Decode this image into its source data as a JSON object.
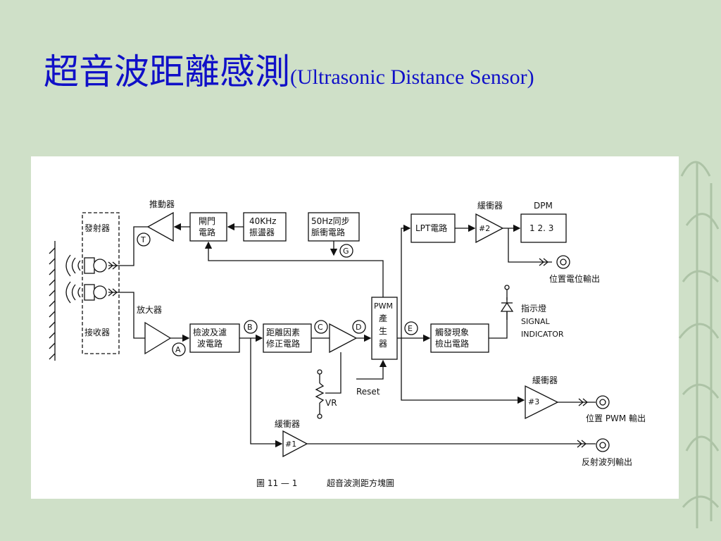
{
  "slide": {
    "title_cjk": "超音波距離感測",
    "title_en": "(Ultrasonic  Distance Sensor)"
  },
  "diagram": {
    "transmitter": "發射器",
    "receiver": "接收器",
    "driver": "推動器",
    "amplifier": "放大器",
    "gate_line1": "閘門",
    "gate_line2": "電路",
    "osc_line1": "40KHz",
    "osc_line2": "振盪器",
    "sync_line1": "50Hz同步",
    "sync_line2": "脈衝電路",
    "detect_line1": "檢波及濾",
    "detect_line2": "波電路",
    "correct_line1": "距離因素",
    "correct_line2": "修正電路",
    "pwm_line1": "PWM",
    "pwm_line2": "產",
    "pwm_line3": "生",
    "pwm_line4": "器",
    "lpt": "LPT電路",
    "buffer_top": "緩衝器",
    "buf2": "#2",
    "dpm": "DPM",
    "dpm_value": "1 2. 3",
    "pos_voltage_out": "位置電位輸出",
    "trigger_line1": "觸發現象",
    "trigger_line2": "檢出電路",
    "indicator_cn": "指示燈",
    "indicator_en1": "SIGNAL",
    "indicator_en2": "INDICATOR",
    "buffer3_label": "緩衝器",
    "buf3": "#3",
    "pos_pwm_out": "位置 PWM 輸出",
    "buffer1_label": "緩衝器",
    "buf1": "#1",
    "reflect_out": "反射波列輸出",
    "reset": "Reset",
    "vr": "VR",
    "node_t": "T",
    "node_a": "A",
    "node_b": "B",
    "node_c": "C",
    "node_d": "D",
    "node_e": "E",
    "node_g": "G",
    "caption_fig": "圖 11 — 1",
    "caption_title": "超音波測距方塊圖"
  }
}
